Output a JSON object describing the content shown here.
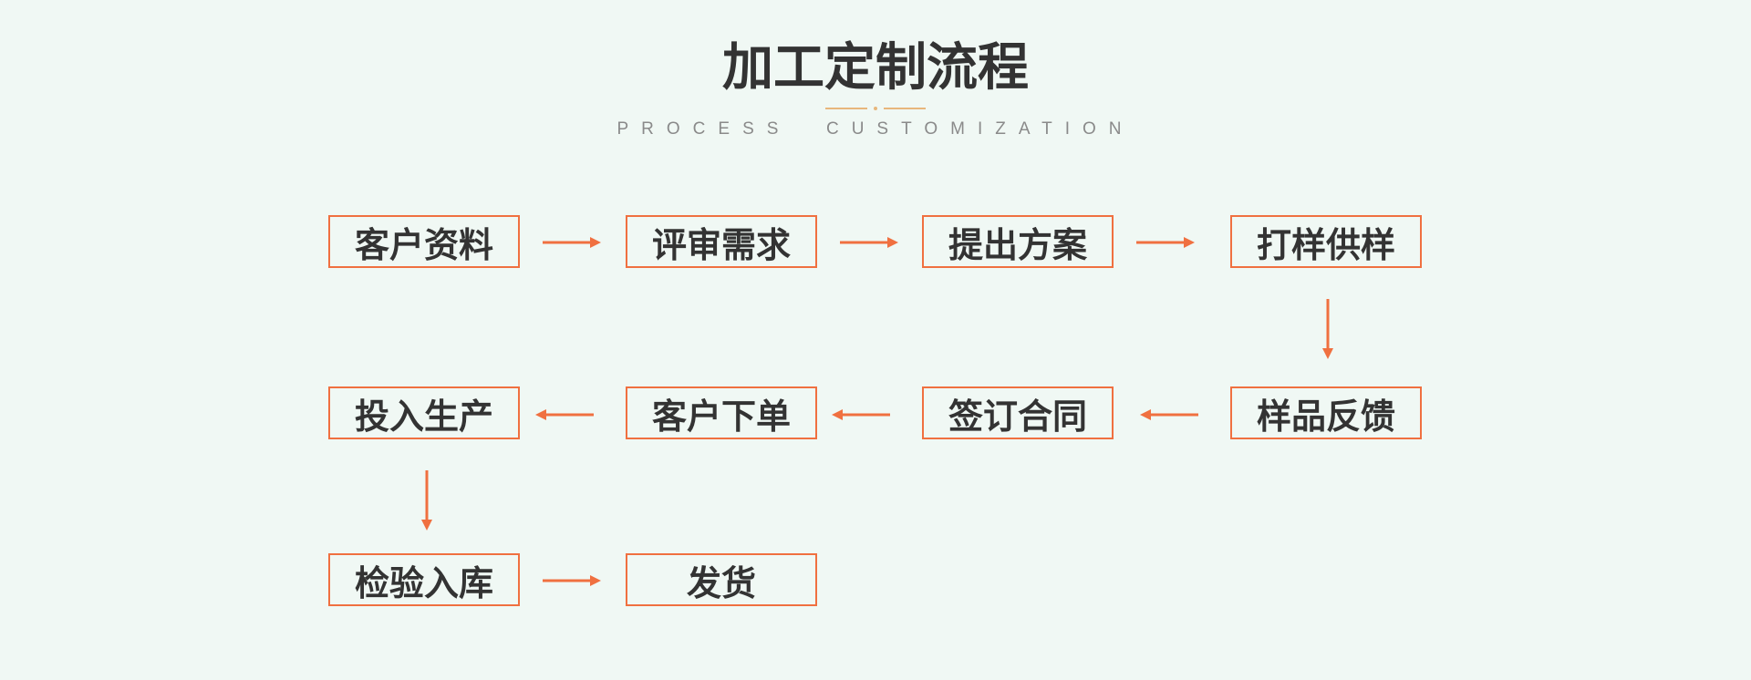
{
  "header": {
    "title": "加工定制流程",
    "subtitle": "PROCESS  CUSTOMIZATION"
  },
  "steps": [
    {
      "label": "客户资料"
    },
    {
      "label": "评审需求"
    },
    {
      "label": "提出方案"
    },
    {
      "label": "打样供样"
    },
    {
      "label": "样品反馈"
    },
    {
      "label": "签订合同"
    },
    {
      "label": "客户下单"
    },
    {
      "label": "投入生产"
    },
    {
      "label": "检验入库"
    },
    {
      "label": "发货"
    }
  ],
  "colors": {
    "accent": "#f07040",
    "text": "#333333",
    "background": "#f0f8f4",
    "divider": "#e8b77c"
  }
}
